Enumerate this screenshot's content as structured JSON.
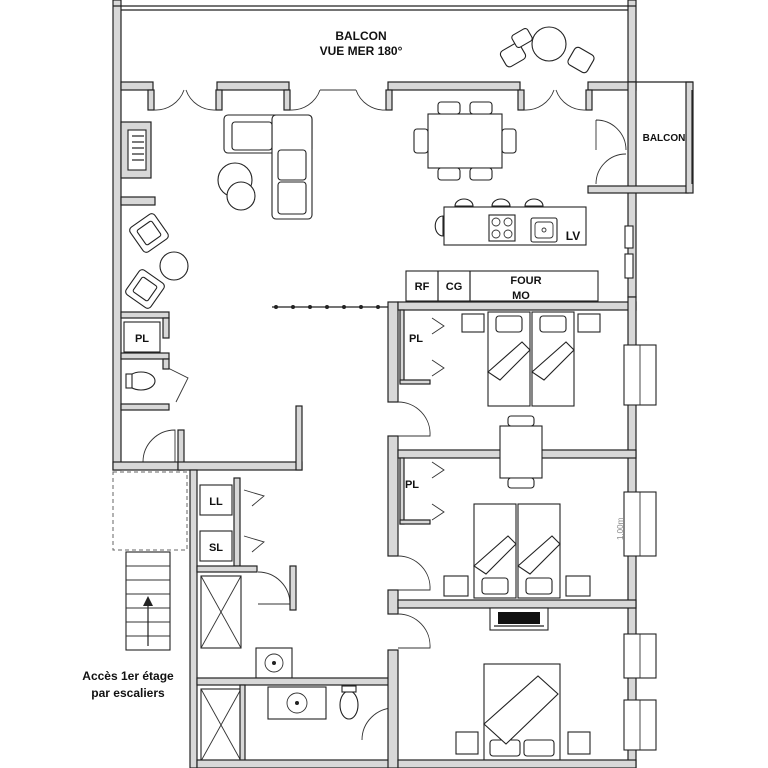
{
  "labels": {
    "balcon_main_1": "BALCON",
    "balcon_main_2": "VUE MER 180°",
    "balcon_side": "BALCON",
    "lv": "LV",
    "rf": "RF",
    "cg": "CG",
    "four": "FOUR",
    "mo": "MO",
    "pl_hall": "PL",
    "pl_room1": "PL",
    "pl_room2": "PL",
    "ll": "LL",
    "sl": "SL",
    "dimension": "1.00m",
    "stairs_1": "Accès 1er étage",
    "stairs_2": "par escaliers"
  }
}
